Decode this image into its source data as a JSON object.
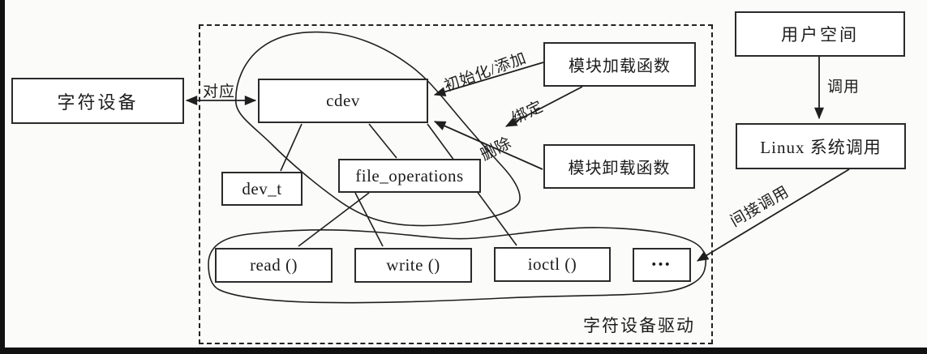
{
  "diagram": {
    "title_context": "Linux character device driver structure diagram",
    "boxes": {
      "char_device": "字符设备",
      "cdev": "cdev",
      "dev_t": "dev_t",
      "file_operations": "file_operations",
      "read": "read ()",
      "write": "write ()",
      "ioctl": "ioctl ()",
      "more": "•••",
      "module_load": "模块加载函数",
      "module_unload": "模块卸载函数",
      "user_space": "用户空间",
      "linux_syscall": "Linux 系统调用"
    },
    "edge_labels": {
      "correspond": "对应",
      "init_add": "初始化/添加",
      "bind": "绑定",
      "delete": "删除",
      "call": "调用",
      "indirect_call": "间接调用"
    },
    "container_label": "字符设备驱动",
    "colors": {
      "line": "#1f1f1f",
      "background": "#fbfbfa",
      "box_fill": "#ffffff",
      "scan_edge": "#111111"
    }
  }
}
